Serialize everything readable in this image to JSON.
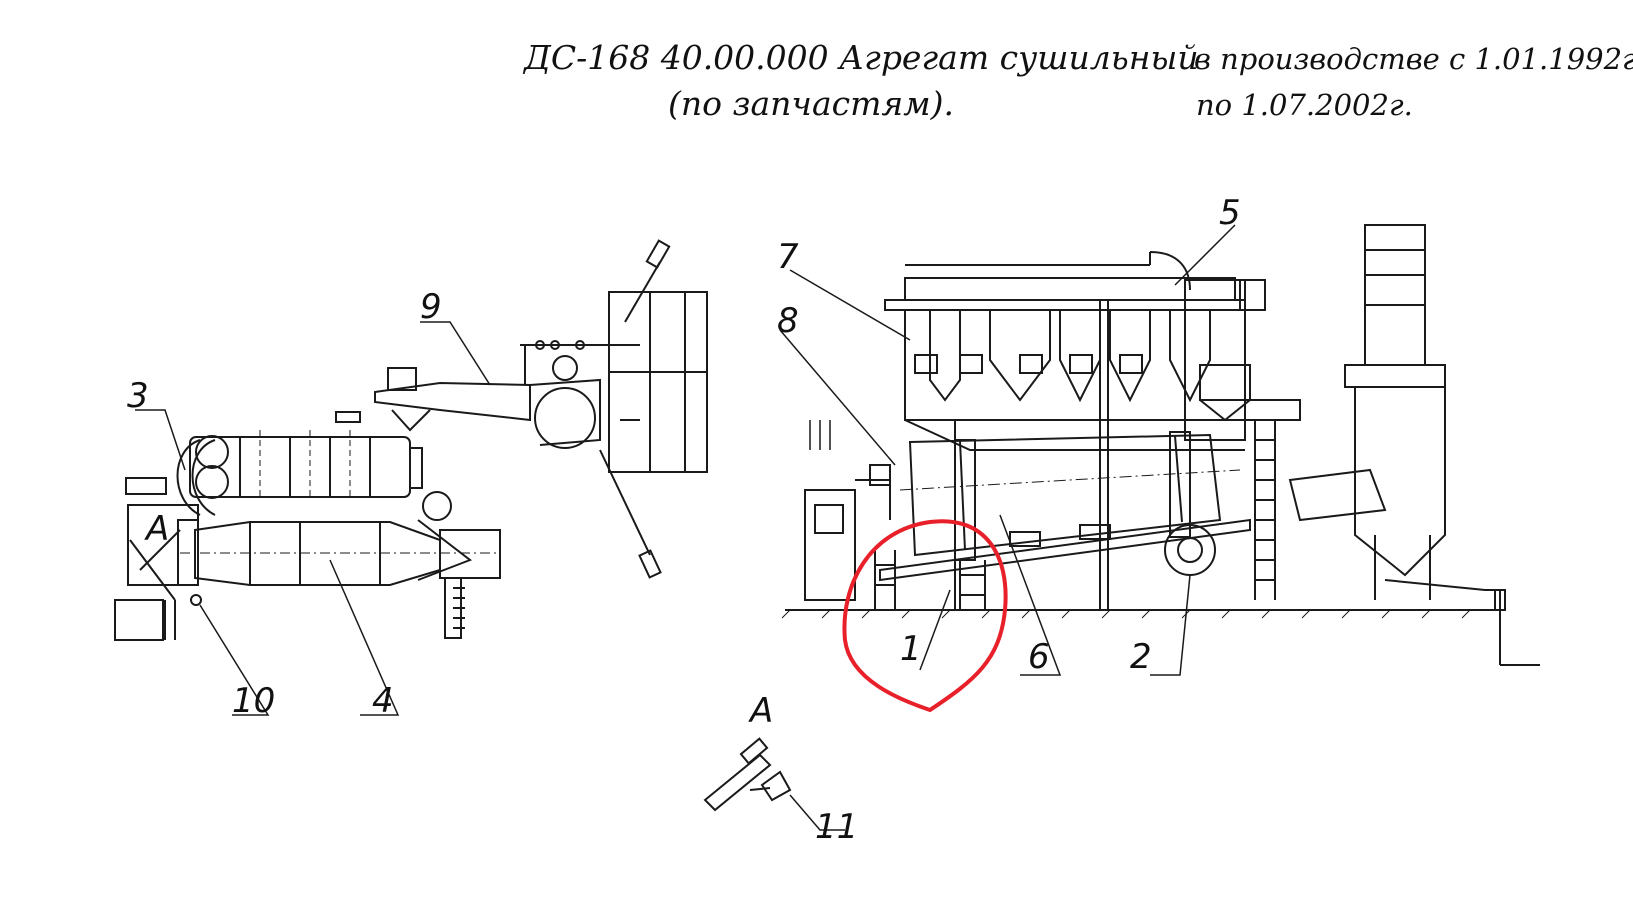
{
  "title": {
    "line1": "ДС-168 40.00.000 Агрегат сушильный",
    "line2": "(по запчастям).",
    "period_line1": "в производстве с 1.01.1992г.",
    "period_line2": "по 1.07.2002г."
  },
  "callouts": {
    "c1": "1",
    "c2": "2",
    "c3": "3",
    "c4": "4",
    "c5": "5",
    "c6": "6",
    "c7": "7",
    "c8": "8",
    "c9": "9",
    "c10": "10",
    "c11": "11",
    "view_a_on_plan": "А",
    "view_a_title": "А"
  },
  "colors": {
    "line": "#1a1a1a",
    "highlight": "#e8202a"
  }
}
